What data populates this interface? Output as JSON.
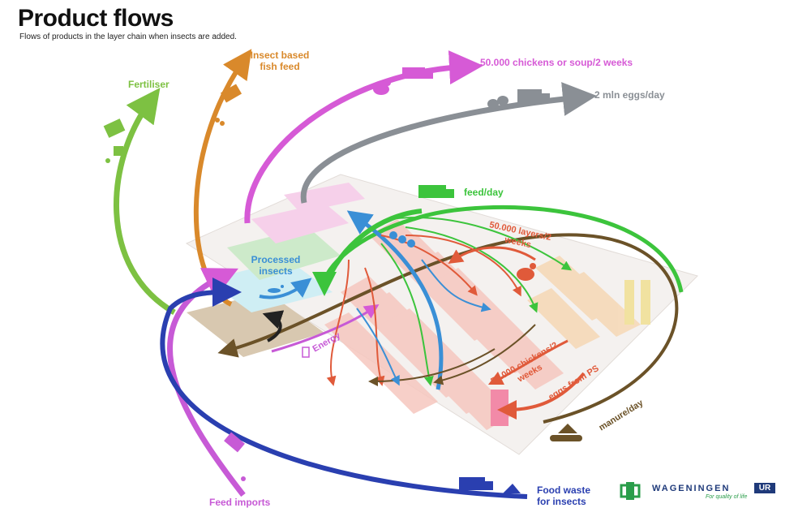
{
  "header": {
    "title": "Product flows",
    "subtitle": "Flows of products in the layer chain when insects are added."
  },
  "flows": {
    "fertiliser": "Fertiliser",
    "insect_fish_feed": "Insect based fish feed",
    "chickens_soup": "50.000 chickens or soup/2 weeks",
    "eggs_day": "2 mln eggs/day",
    "feed_day": "feed/day",
    "layers": "50.000 layers/2 weeks",
    "processed_insects": "Processed insects",
    "energy": "Energy",
    "chickens_2weeks": "50.000 chickens/2 weeks",
    "eggs_from_ps": "eggs from PS",
    "manure_day": "manure/day",
    "feed_imports": "Feed imports",
    "food_waste": "Food waste for insects"
  },
  "colors": {
    "fertiliser": "#7dc142",
    "fish_feed": "#d9892b",
    "chickens": "#d65ad6",
    "eggs": "#8a8f95",
    "feed": "#3cc43c",
    "layers": "#e05a3a",
    "processed": "#3a8fd6",
    "food_waste": "#2a3fb0",
    "manure": "#6b5228",
    "feed_imports": "#c75ad6"
  },
  "logo": {
    "name": "WAGENINGEN",
    "badge": "UR",
    "tagline": "For quality of life"
  }
}
